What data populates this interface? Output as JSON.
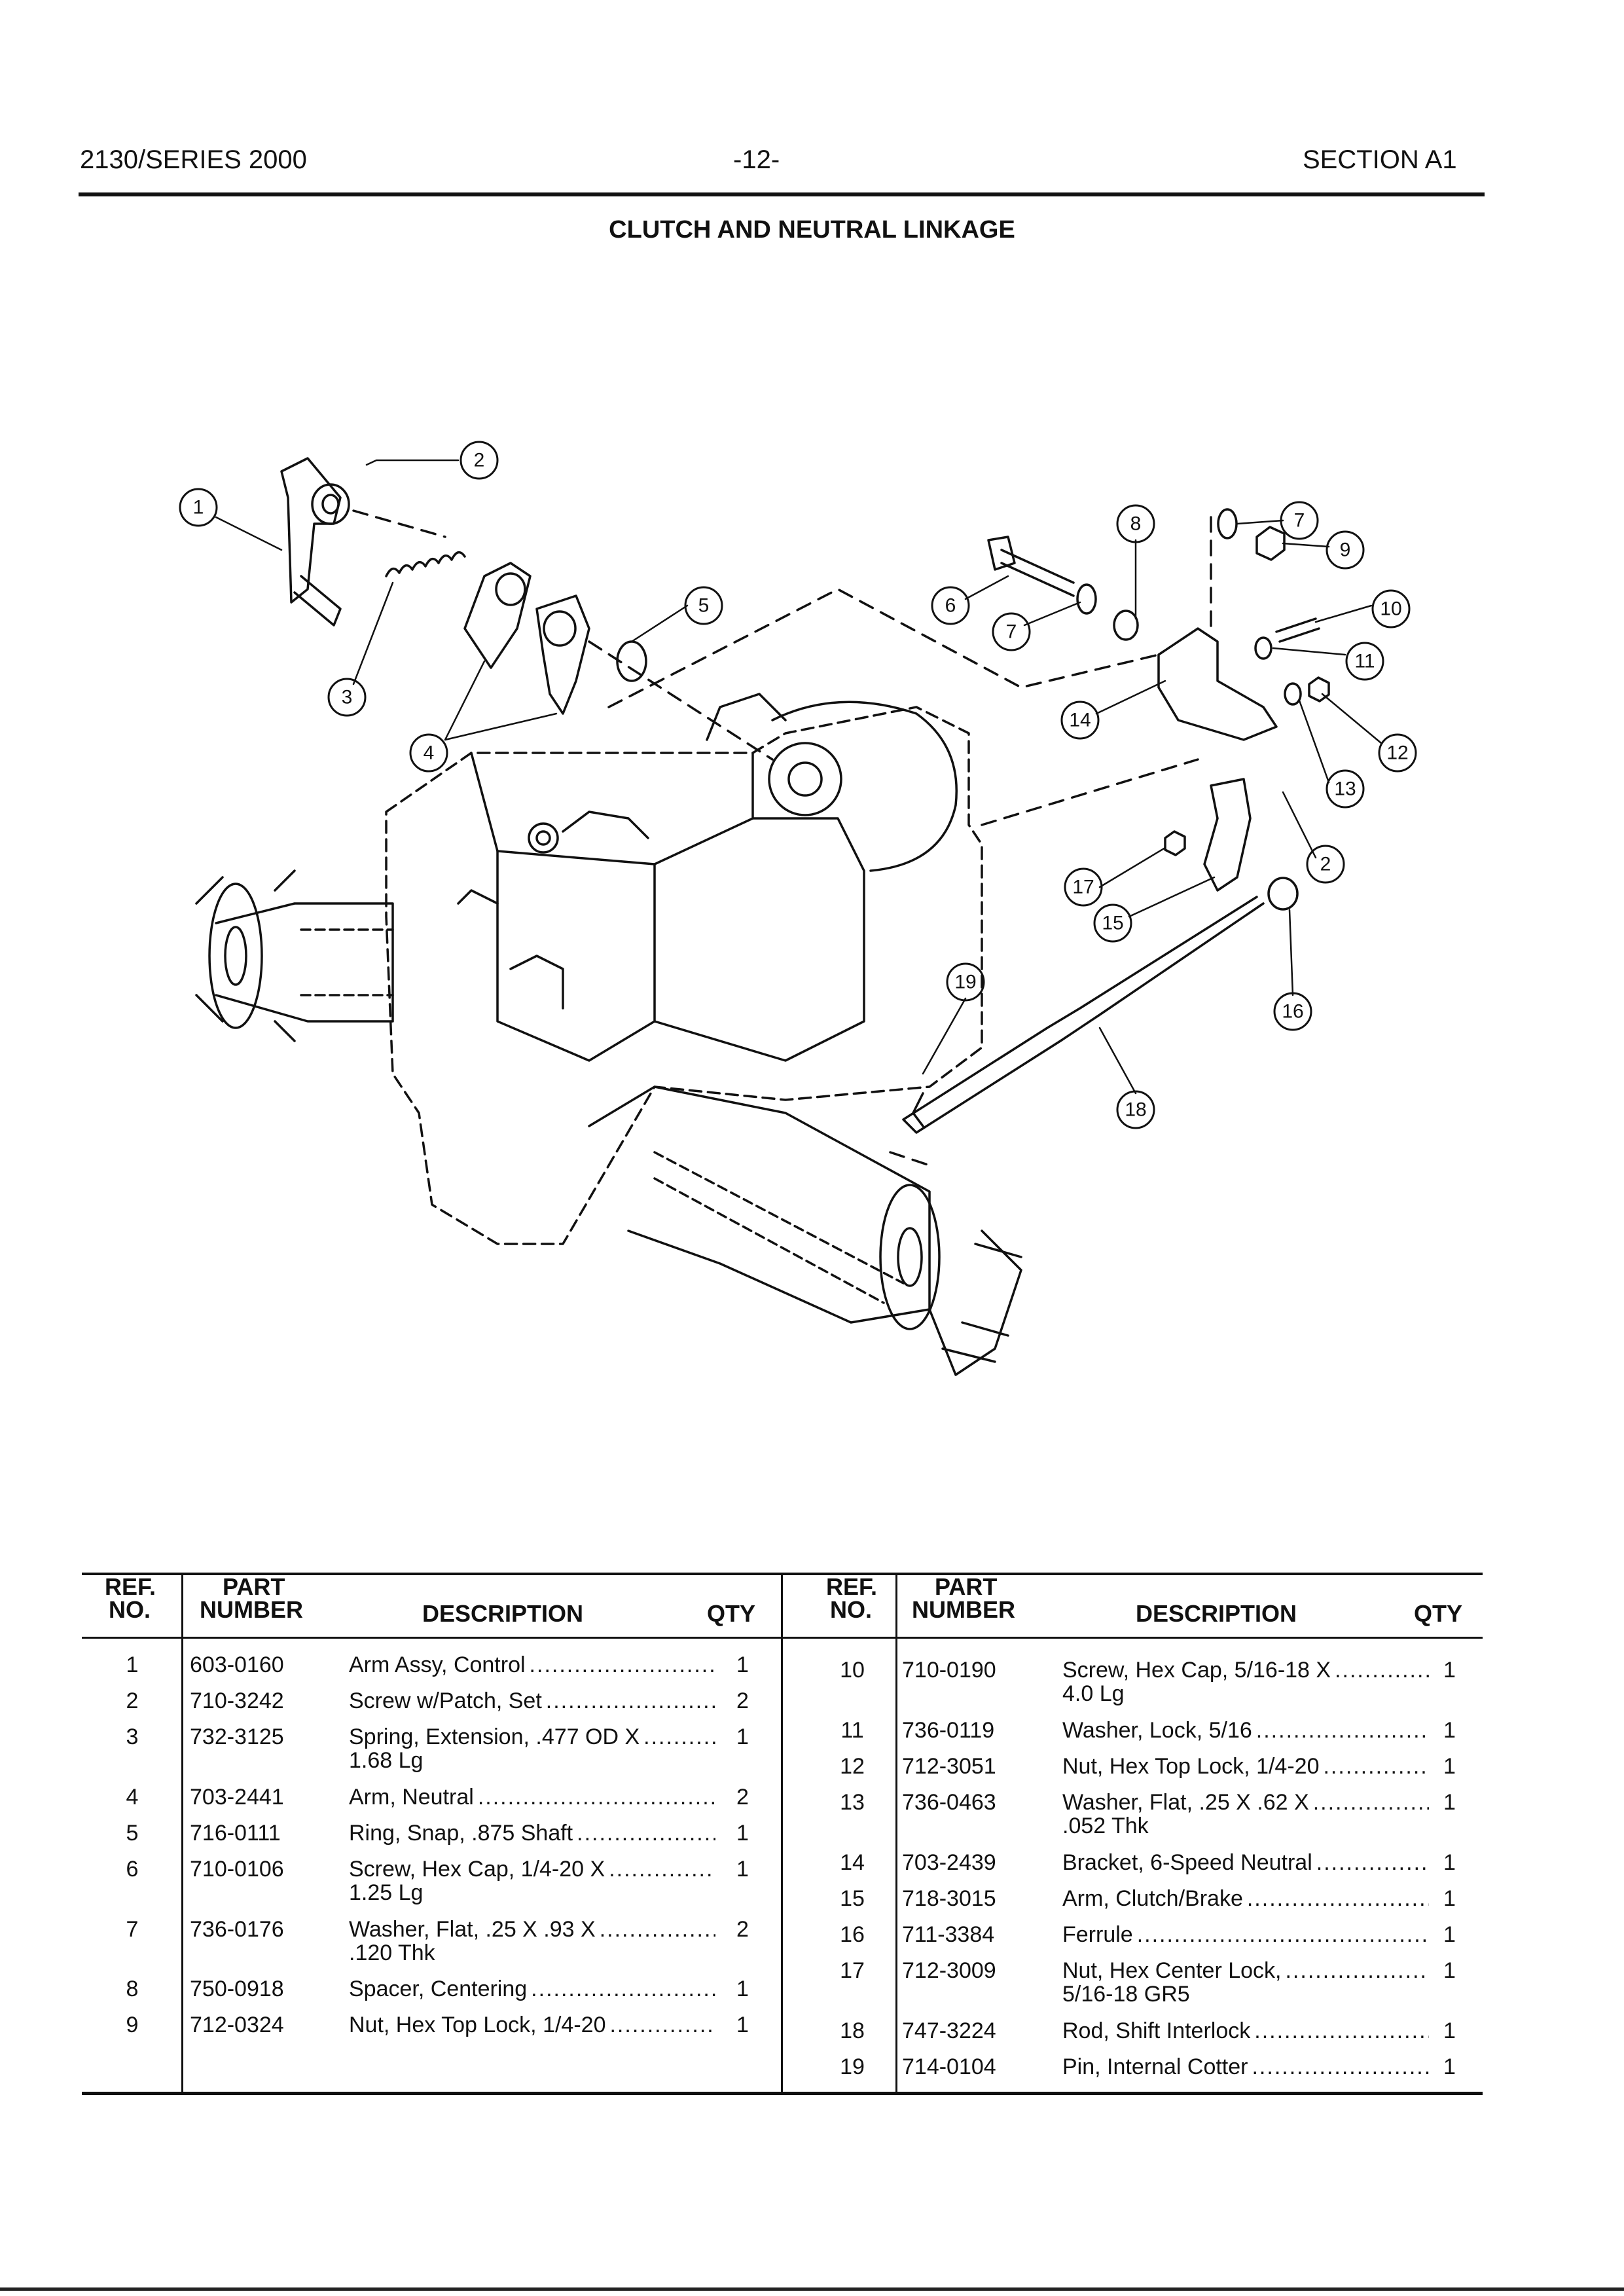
{
  "header": {
    "left": "2130/SERIES 2000",
    "center": "-12-",
    "right": "SECTION A1"
  },
  "title": "CLUTCH AND NEUTRAL LINKAGE",
  "diagram": {
    "callouts": [
      "1",
      "2",
      "3",
      "4",
      "5",
      "6",
      "7",
      "8",
      "7",
      "9",
      "10",
      "11",
      "12",
      "13",
      "14",
      "2",
      "17",
      "15",
      "16",
      "19",
      "18"
    ]
  },
  "table": {
    "headers": {
      "ref_no_1": "REF.",
      "ref_no_2": "NO.",
      "part_1": "PART",
      "part_2": "NUMBER",
      "description": "DESCRIPTION",
      "qty": "QTY"
    },
    "left_rows": [
      {
        "ref": "1",
        "part": "603-0160",
        "desc1": "Arm Assy, Control",
        "desc2": "",
        "qty": "1"
      },
      {
        "ref": "2",
        "part": "710-3242",
        "desc1": "Screw w/Patch, Set",
        "desc2": "",
        "qty": "2"
      },
      {
        "ref": "3",
        "part": "732-3125",
        "desc1": "Spring, Extension, .477 OD X",
        "desc2": "1.68 Lg",
        "qty": "1"
      },
      {
        "ref": "4",
        "part": "703-2441",
        "desc1": "Arm, Neutral",
        "desc2": "",
        "qty": "2"
      },
      {
        "ref": "5",
        "part": "716-0111",
        "desc1": "Ring, Snap, .875 Shaft",
        "desc2": "",
        "qty": "1"
      },
      {
        "ref": "6",
        "part": "710-0106",
        "desc1": "Screw, Hex Cap, 1/4-20 X",
        "desc2": "1.25 Lg",
        "qty": "1"
      },
      {
        "ref": "7",
        "part": "736-0176",
        "desc1": "Washer, Flat, .25 X .93 X",
        "desc2": ".120 Thk",
        "qty": "2"
      },
      {
        "ref": "8",
        "part": "750-0918",
        "desc1": "Spacer, Centering",
        "desc2": "",
        "qty": "1"
      },
      {
        "ref": "9",
        "part": "712-0324",
        "desc1": "Nut, Hex Top Lock, 1/4-20",
        "desc2": "",
        "qty": "1"
      }
    ],
    "right_rows": [
      {
        "ref": "10",
        "part": "710-0190",
        "desc1": "Screw, Hex Cap, 5/16-18 X",
        "desc2": "4.0 Lg",
        "qty": "1"
      },
      {
        "ref": "11",
        "part": "736-0119",
        "desc1": "Washer, Lock, 5/16",
        "desc2": "",
        "qty": "1"
      },
      {
        "ref": "12",
        "part": "712-3051",
        "desc1": "Nut, Hex Top Lock, 1/4-20",
        "desc2": "",
        "qty": "1"
      },
      {
        "ref": "13",
        "part": "736-0463",
        "desc1": "Washer, Flat, .25 X .62 X",
        "desc2": ".052 Thk",
        "qty": "1"
      },
      {
        "ref": "14",
        "part": "703-2439",
        "desc1": "Bracket, 6-Speed Neutral",
        "desc2": "",
        "qty": "1"
      },
      {
        "ref": "15",
        "part": "718-3015",
        "desc1": "Arm, Clutch/Brake",
        "desc2": "",
        "qty": "1"
      },
      {
        "ref": "16",
        "part": "711-3384",
        "desc1": "Ferrule",
        "desc2": "",
        "qty": "1"
      },
      {
        "ref": "17",
        "part": "712-3009",
        "desc1": "Nut, Hex Center Lock,",
        "desc2": "5/16-18 GR5",
        "qty": "1"
      },
      {
        "ref": "18",
        "part": "747-3224",
        "desc1": "Rod, Shift Interlock",
        "desc2": "",
        "qty": "1"
      },
      {
        "ref": "19",
        "part": "714-0104",
        "desc1": "Pin, Internal Cotter",
        "desc2": "",
        "qty": "1"
      }
    ]
  }
}
